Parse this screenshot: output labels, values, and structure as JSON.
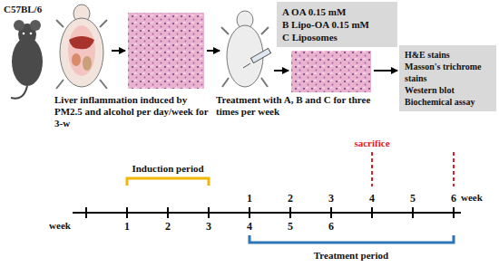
{
  "diagram": {
    "nodes": [
      {
        "text": [
          "A OA 0.15 mM",
          "B Lipo-OA 0.15 mM",
          "C Liposomes"
        ]
      },
      {
        "text": [
          "H&E stains",
          "Masson's trichrome stains",
          "Western blot",
          "Biochemical assay"
        ]
      }
    ],
    "labels": [
      "C57BL/6",
      "Liver inflammation induced by PM2.5 and alcohol per day/week for 3-w",
      "Treatment with A, B and C for three times per week",
      "Induction period",
      "sacrifice",
      "1",
      "2",
      "3",
      "4",
      "5",
      "6",
      "week",
      "week",
      "1",
      "2",
      "3",
      "4",
      "5",
      "6",
      "Treatment period"
    ]
  }
}
